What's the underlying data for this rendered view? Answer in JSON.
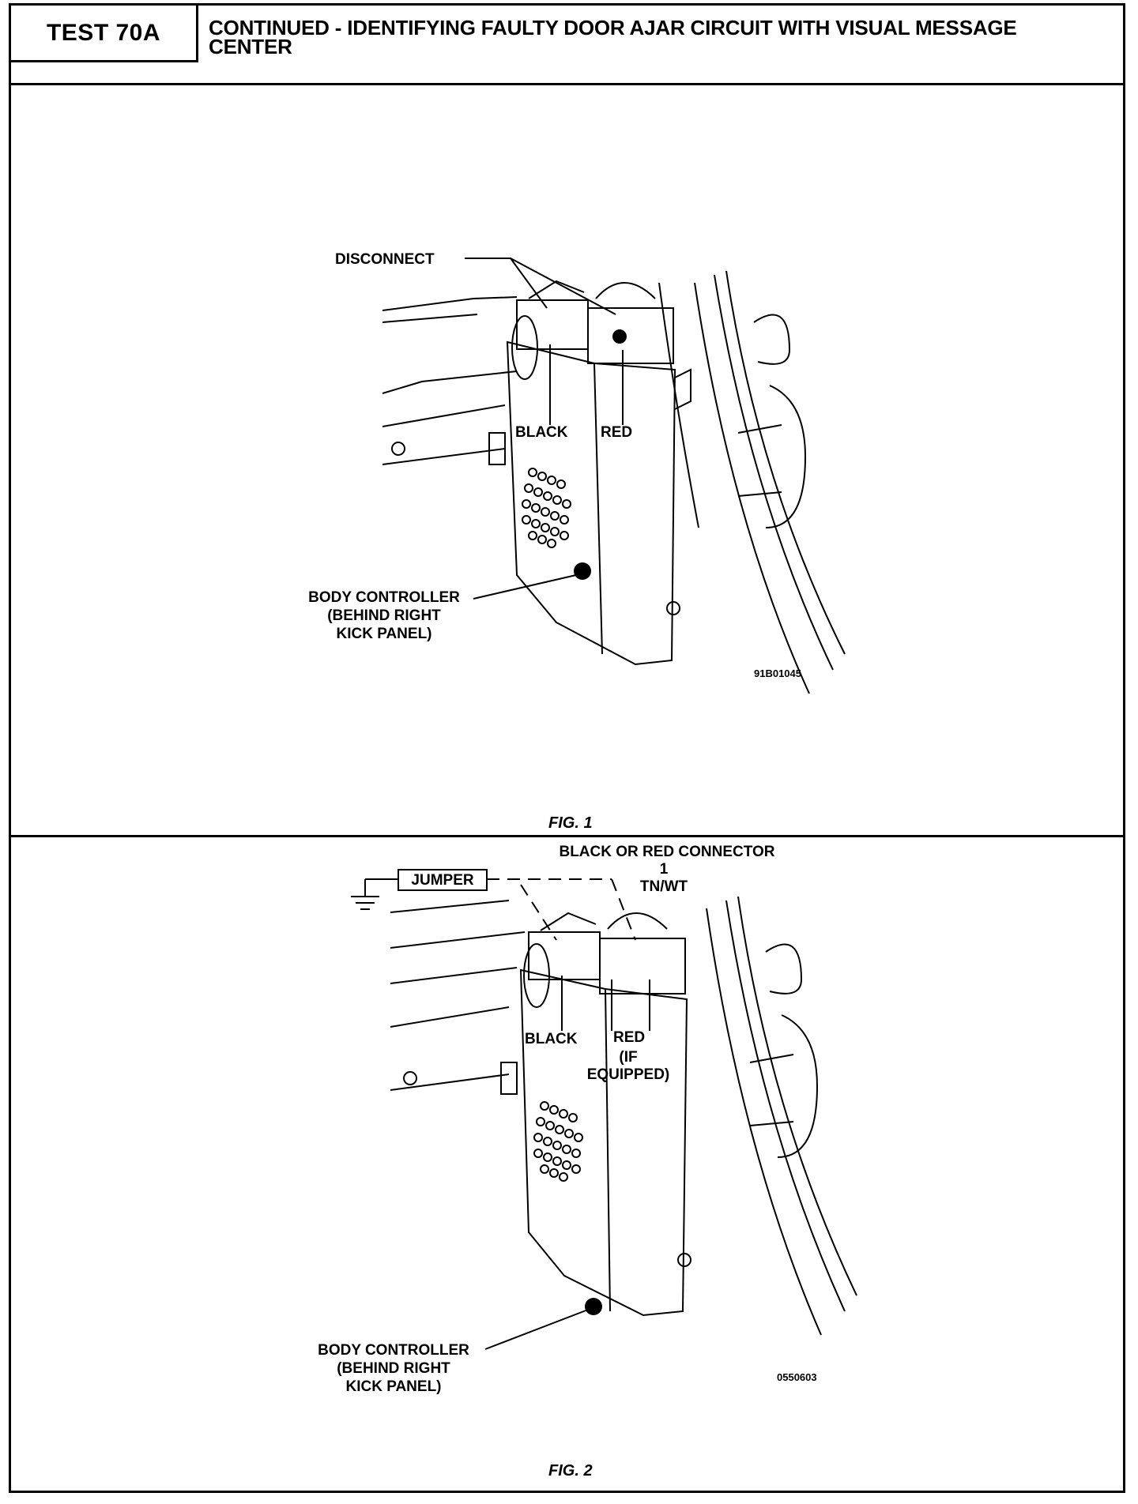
{
  "header": {
    "test_label": "TEST 70A",
    "title_line1": "CONTINUED - IDENTIFYING FAULTY DOOR AJAR CIRCUIT WITH VISUAL MESSAGE",
    "title_line2": "CENTER"
  },
  "figure1": {
    "disconnect": "DISCONNECT",
    "black": "BLACK",
    "red": "RED",
    "controller_line1": "BODY CONTROLLER",
    "controller_line2": "(BEHIND RIGHT",
    "controller_line3": "KICK PANEL)",
    "ref_code": "91B01045",
    "caption": "FIG. 1"
  },
  "figure2": {
    "jumper": "JUMPER",
    "connector_line1": "BLACK OR RED CONNECTOR",
    "connector_line2": "1",
    "connector_line3": "TN/WT",
    "black": "BLACK",
    "red": "RED",
    "if_line1": "(IF",
    "if_line2": "EQUIPPED)",
    "controller_line1": "BODY CONTROLLER",
    "controller_line2": "(BEHIND RIGHT",
    "controller_line3": "KICK PANEL)",
    "ref_code": "0550603",
    "caption": "FIG. 2"
  }
}
